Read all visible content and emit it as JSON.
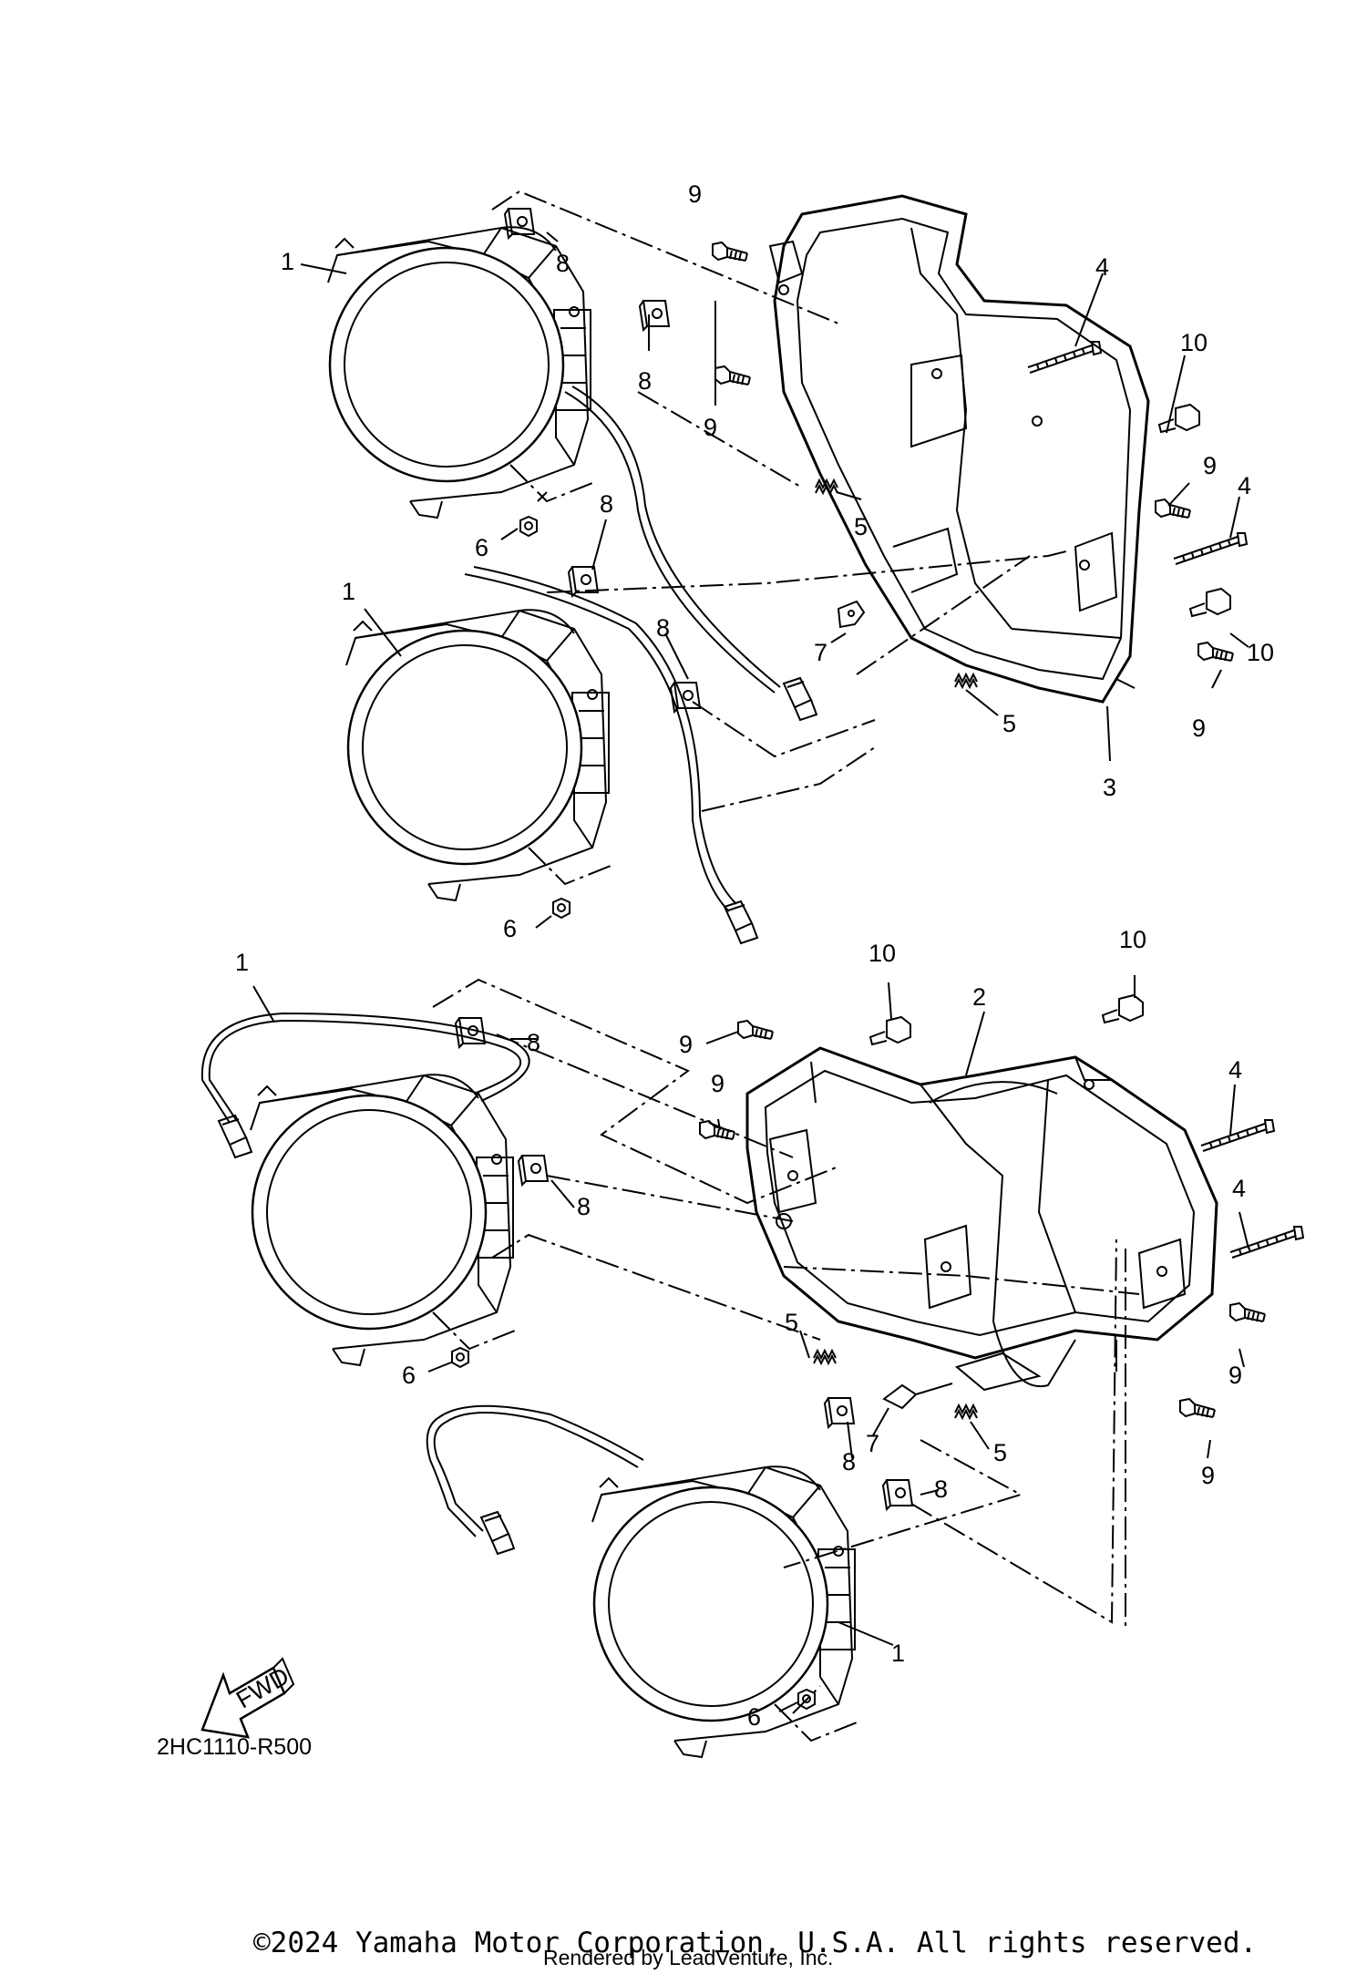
{
  "diagram": {
    "code": "2HC1110-R500",
    "fwd_label": "FWD",
    "copyright": "©2024 Yamaha Motor Corporation, U.S.A. All rights reserved.",
    "rendered_by": "Rendered by LeadVenture, Inc."
  },
  "callouts": [
    {
      "id": "c1a",
      "text": "1"
    },
    {
      "id": "c1b",
      "text": "1"
    },
    {
      "id": "c1c",
      "text": "1"
    },
    {
      "id": "c1d",
      "text": "1"
    },
    {
      "id": "c2",
      "text": "2"
    },
    {
      "id": "c3",
      "text": "3"
    },
    {
      "id": "c4a",
      "text": "4"
    },
    {
      "id": "c4b",
      "text": "4"
    },
    {
      "id": "c4c",
      "text": "4"
    },
    {
      "id": "c4d",
      "text": "4"
    },
    {
      "id": "c5a",
      "text": "5"
    },
    {
      "id": "c5b",
      "text": "5"
    },
    {
      "id": "c5c",
      "text": "5"
    },
    {
      "id": "c5d",
      "text": "5"
    },
    {
      "id": "c6a",
      "text": "6"
    },
    {
      "id": "c6b",
      "text": "6"
    },
    {
      "id": "c6c",
      "text": "6"
    },
    {
      "id": "c6d",
      "text": "6"
    },
    {
      "id": "c7a",
      "text": "7"
    },
    {
      "id": "c7b",
      "text": "7"
    },
    {
      "id": "c8a",
      "text": "8"
    },
    {
      "id": "c8b",
      "text": "8"
    },
    {
      "id": "c8c",
      "text": "8"
    },
    {
      "id": "c8d",
      "text": "8"
    },
    {
      "id": "c8e",
      "text": "8"
    },
    {
      "id": "c8f",
      "text": "8"
    },
    {
      "id": "c8g",
      "text": "8"
    },
    {
      "id": "c8h",
      "text": "8"
    },
    {
      "id": "c9a",
      "text": "9"
    },
    {
      "id": "c9b",
      "text": "9"
    },
    {
      "id": "c9c",
      "text": "9"
    },
    {
      "id": "c9d",
      "text": "9"
    },
    {
      "id": "c9e",
      "text": "9"
    },
    {
      "id": "c9f",
      "text": "9"
    },
    {
      "id": "c9g",
      "text": "9"
    },
    {
      "id": "c9h",
      "text": "9"
    },
    {
      "id": "c10a",
      "text": "10"
    },
    {
      "id": "c10b",
      "text": "10"
    },
    {
      "id": "c10c",
      "text": "10"
    },
    {
      "id": "c10d",
      "text": "10"
    }
  ]
}
